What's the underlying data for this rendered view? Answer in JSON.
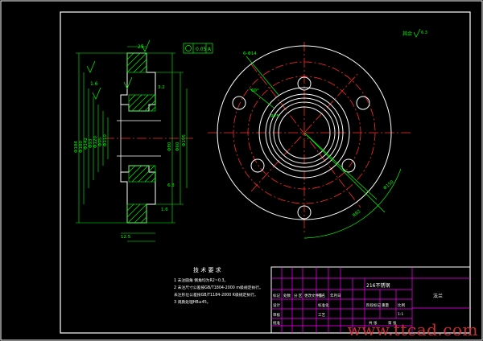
{
  "colors": {
    "background": "#000000",
    "frame": "#ffffff",
    "outline": "#ffffff",
    "centerline": "#ff2a2a",
    "dimension": "#00ff00",
    "hatch": "#00ff00",
    "title_block_grid": "#ff00ff",
    "title_block_text": "#ffffff",
    "watermark": "#e0323a"
  },
  "section_view_labels": {
    "surface_roughness": "25",
    "top_width": "25",
    "tolerance_frame": "0.05",
    "datum_letter": "A",
    "roughness_note": "1.6",
    "diameters": [
      "Φ184",
      "Φ180",
      "Φ142",
      "Φ93",
      "Φ120",
      "Φ95",
      "Φ110",
      "Φ80",
      "Φ60",
      "Φ100",
      "Φ90",
      "Φ64"
    ],
    "right_dim": "Φ195",
    "small_dims": [
      "3.2",
      "6.3",
      "1.6",
      "12.5"
    ]
  },
  "plan_view_labels": {
    "general_roughness": "其余",
    "general_roughness_value": "6.3",
    "hole_callout": "6-Φ14",
    "angle_callout": "60°",
    "radius_callout": "R75",
    "bolt_circle": "Φ150",
    "outer_dim": "R92"
  },
  "tech_requirements": {
    "title": "技 术 要 求",
    "items": [
      "1  未注圆角  倒角均为R2~0.3。",
      "2  未注尺寸公差按GB/T1804-2000 m级规定执行。",
      "    未注形位公差按GB/T1184-2000 K级规定执行。",
      "3  调质处理HB≤45。"
    ]
  },
  "title_block": {
    "part_name": "216不锈钢",
    "drawing_name": "法兰",
    "cells": [
      "标记",
      "处数",
      "分 区",
      "更改文件号",
      "签名",
      "年月日",
      "设计",
      "标准化",
      "阶段标记",
      "重量",
      "比例",
      "审核",
      "工艺",
      "批准",
      "共 张",
      "第 张"
    ],
    "scale": "1:1"
  },
  "watermark": "www.ttcad.com"
}
